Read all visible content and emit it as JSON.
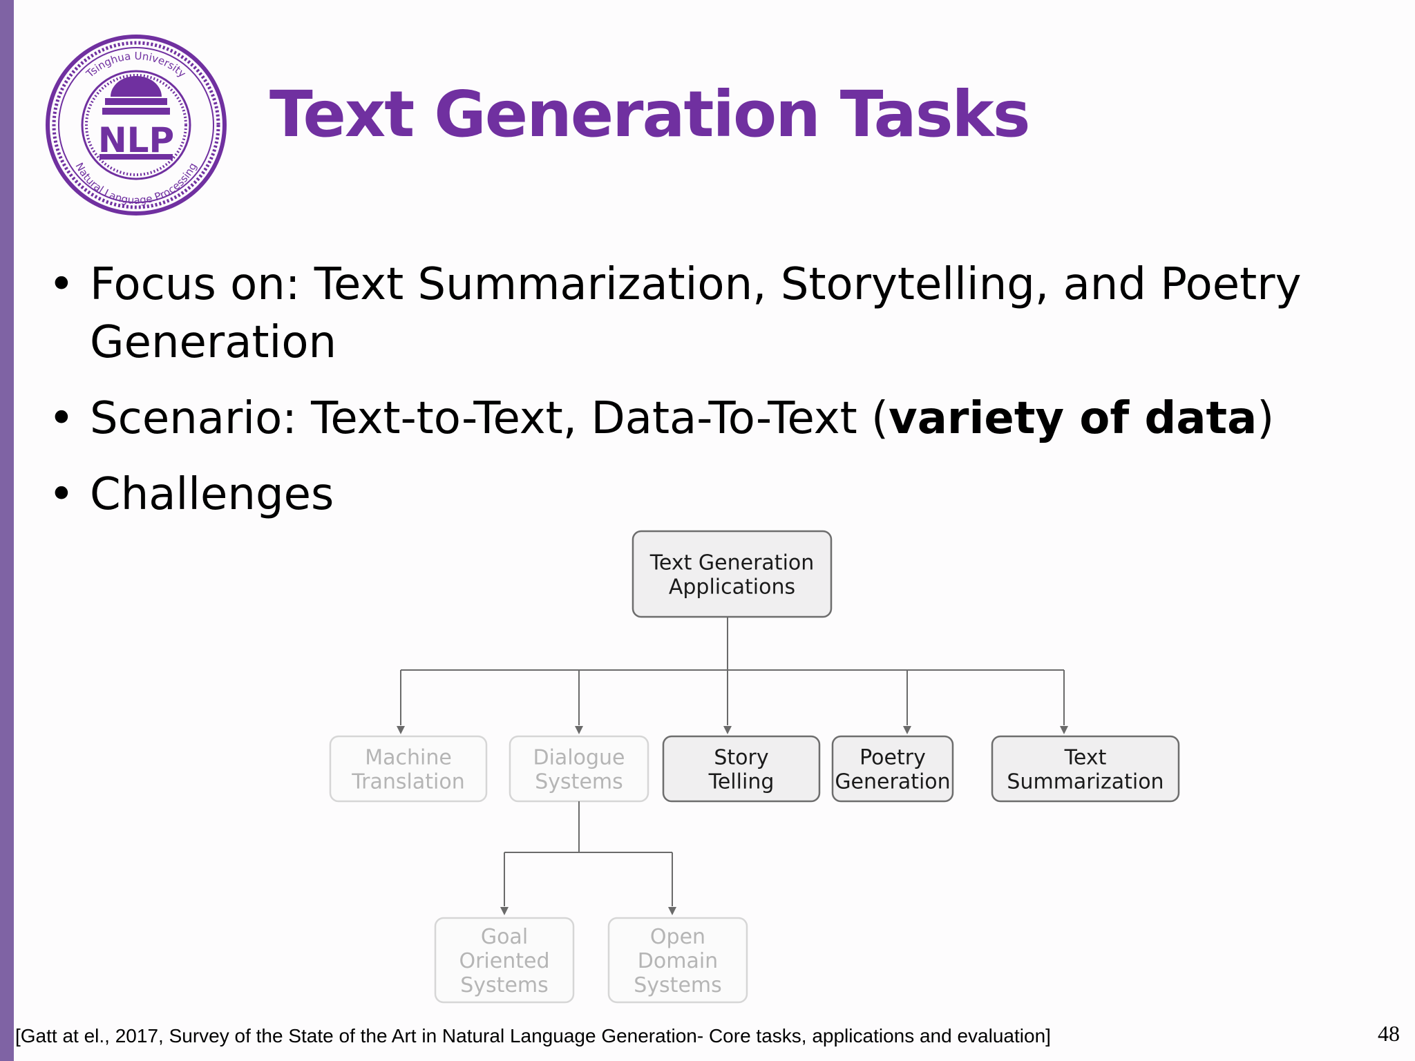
{
  "slide": {
    "title": "Text Generation Tasks",
    "bullets": [
      {
        "text": "Focus on: Text Summarization, Storytelling, and Poetry Generation"
      },
      {
        "text_before": "Scenario: Text-to-Text, Data-To-Text (",
        "bold": "variety of data",
        "text_after": ")"
      },
      {
        "text": "Challenges"
      }
    ],
    "citation": "[Gatt at el., 2017,  Survey of the State of the Art in Natural Language Generation- Core tasks, applications and evaluation]",
    "page_number": "48"
  },
  "logo": {
    "top_text": "Tsinghua University",
    "center_text": "NLP",
    "bottom_text": "Natural Language Processing",
    "color": "#7030a0"
  },
  "diagram": {
    "root": {
      "lines": [
        "Text Generation",
        "Applications"
      ]
    },
    "children": [
      {
        "lines": [
          "Machine",
          "Translation"
        ],
        "faded": true
      },
      {
        "lines": [
          "Dialogue",
          "Systems"
        ],
        "faded": true
      },
      {
        "lines": [
          "Story",
          "Telling"
        ],
        "faded": false
      },
      {
        "lines": [
          "Poetry",
          "Generation"
        ],
        "faded": false
      },
      {
        "lines": [
          "Text",
          "Summarization"
        ],
        "faded": false
      }
    ],
    "grandchildren": [
      {
        "lines": [
          "Goal",
          "Oriented",
          "Systems"
        ],
        "faded": true
      },
      {
        "lines": [
          "Open",
          "Domain",
          "Systems"
        ],
        "faded": true
      }
    ],
    "colors": {
      "box_fill": "#f0eff0",
      "box_stroke": "#6d6d6d",
      "faded_text": "#b5b5b5",
      "faded_stroke": "#d6d6d6",
      "line": "#6a6a6a"
    }
  }
}
